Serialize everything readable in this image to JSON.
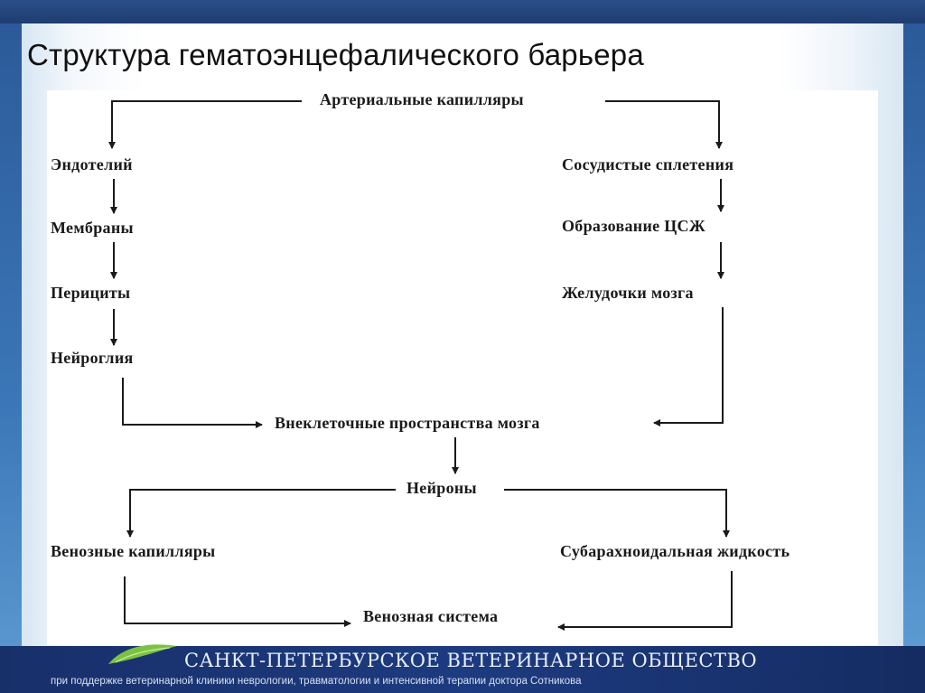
{
  "slide": {
    "title": "Структура гематоэнцефалического барьера"
  },
  "diagram": {
    "nodes": {
      "arterial_capillaries": "Артериальные капилляры",
      "endothelium": "Эндотелий",
      "membranes": "Мембраны",
      "pericytes": "Перициты",
      "neuroglia": "Нейроглия",
      "choroid_plexus": "Сосудистые сплетения",
      "csf_formation": "Образование ЦСЖ",
      "ventricles": "Желудочки мозга",
      "extracellular_space": "Внеклеточные пространства мозга",
      "neurons": "Нейроны",
      "venous_capillaries": "Венозные капилляры",
      "subarachnoid_fluid": "Субарахноидальная жидкость",
      "venous_system": "Венозная система"
    },
    "edges": [
      [
        "arterial_capillaries",
        "endothelium"
      ],
      [
        "endothelium",
        "membranes"
      ],
      [
        "membranes",
        "pericytes"
      ],
      [
        "pericytes",
        "neuroglia"
      ],
      [
        "neuroglia",
        "extracellular_space"
      ],
      [
        "arterial_capillaries",
        "choroid_plexus"
      ],
      [
        "choroid_plexus",
        "csf_formation"
      ],
      [
        "csf_formation",
        "ventricles"
      ],
      [
        "ventricles",
        "extracellular_space"
      ],
      [
        "extracellular_space",
        "neurons"
      ],
      [
        "neurons",
        "venous_capillaries"
      ],
      [
        "neurons",
        "subarachnoid_fluid"
      ],
      [
        "venous_capillaries",
        "venous_system"
      ],
      [
        "subarachnoid_fluid",
        "venous_system"
      ]
    ]
  },
  "footer": {
    "organization": "САНКТ-ПЕТЕРБУРСКОЕ ВЕТЕРИНАРНОЕ ОБЩЕСТВО",
    "subtitle": "при поддержке ветеринарной клиники неврологии, травматологии и интенсивной терапии доктора Сотникова"
  },
  "colors": {
    "background": "#1f3a6b",
    "footer": "#1d3b80",
    "line": "#1a1a1a"
  }
}
